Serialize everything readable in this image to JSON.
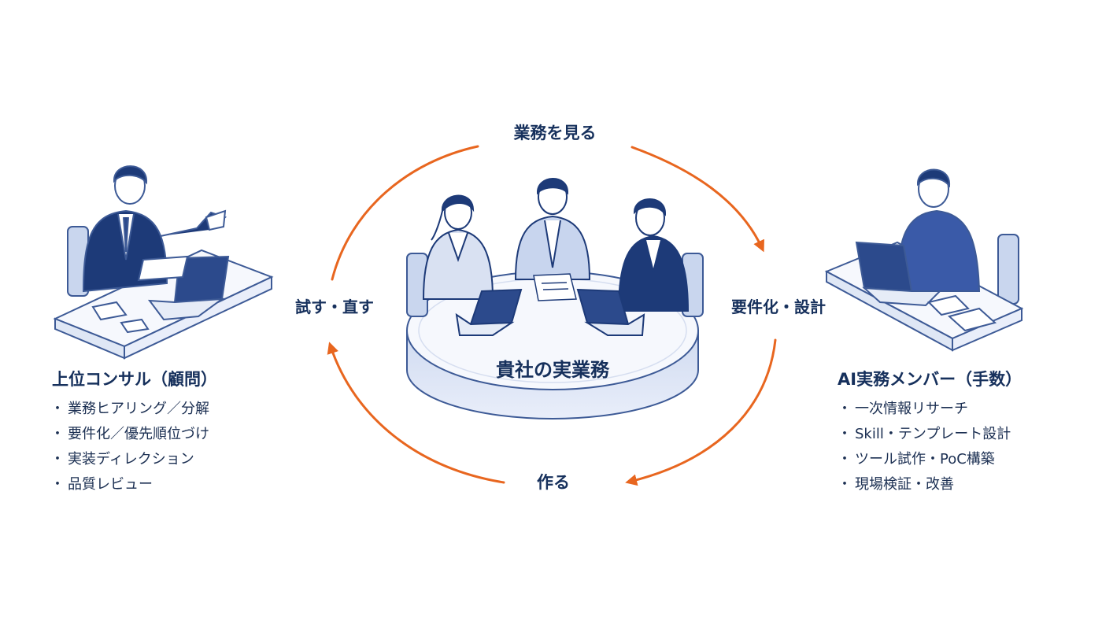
{
  "cycle": {
    "top": "業務を見る",
    "right": "要件化・設計",
    "bottom": "作る",
    "left": "試す・直す"
  },
  "center": {
    "label": "貴社の実業務"
  },
  "left_team": {
    "title": "上位コンサル（顧問）",
    "items": [
      "業務ヒアリング／分解",
      "要件化／優先順位づけ",
      "実装ディレクション",
      "品質レビュー"
    ]
  },
  "right_team": {
    "title": "AI実務メンバー（手数）",
    "items": [
      "一次情報リサーチ",
      "Skill・テンプレート設計",
      "ツール試作・PoC構築",
      "現場検証・改善"
    ]
  },
  "colors": {
    "arrow": "#e8661f",
    "navy": "#1d3a78",
    "light_blue": "#dfe7f5",
    "text": "#16305c"
  },
  "icons": [
    "person-icon",
    "laptop-icon",
    "desk-icon",
    "round-table-icon",
    "document-icon"
  ]
}
